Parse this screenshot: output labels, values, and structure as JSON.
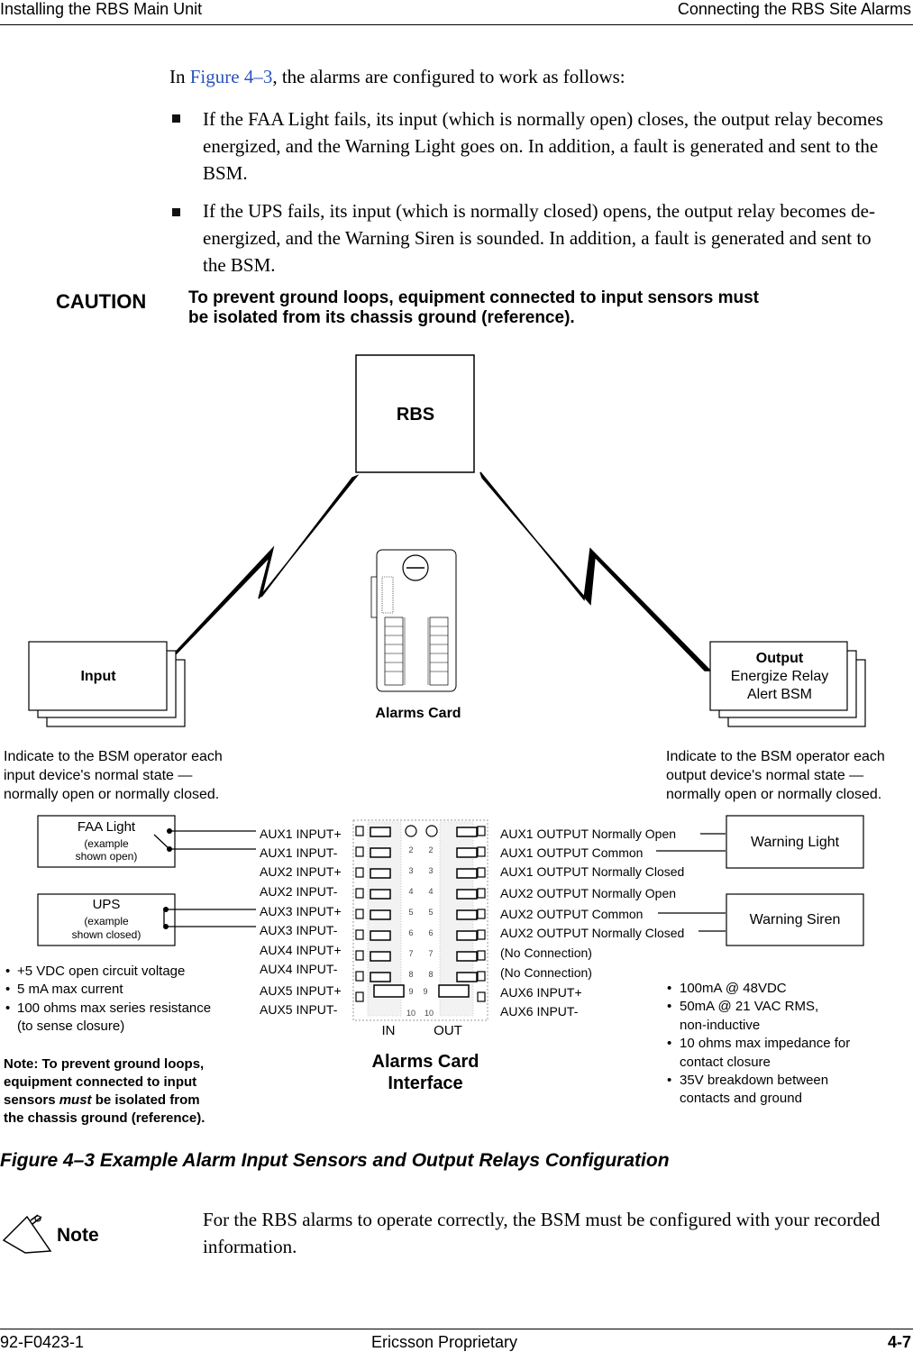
{
  "header": {
    "left": "Installing the RBS Main Unit",
    "right": "Connecting the RBS Site Alarms"
  },
  "intro": {
    "pre": "In ",
    "link": "Figure 4–3",
    "post": ", the alarms are configured to work as follows:"
  },
  "bullets": [
    "If the FAA Light fails, its input (which is normally open) closes, the output relay becomes energized, and the Warning Light goes on. In addition, a fault is generated and sent to the BSM.",
    "If the UPS fails, its input (which is normally closed) opens, the output relay becomes de-energized, and the Warning Siren is sounded. In addition, a fault is generated and sent to the BSM."
  ],
  "caution": {
    "label": "CAUTION",
    "line1": "To prevent ground loops, equipment connected to input sensors must",
    "line2": "be isolated from its chassis ground (reference)."
  },
  "diagram": {
    "rbs": "RBS",
    "input": "Input",
    "output_title": "Output",
    "output_line1": "Energize Relay",
    "output_line2": "Alert BSM",
    "alarms_card": "Alarms Card",
    "indicate_left": [
      "Indicate to the BSM operator each",
      "input device's normal state —",
      "normally open or normally closed."
    ],
    "indicate_right": [
      "Indicate to the BSM operator each",
      "output device's normal state —",
      "normally open or normally closed."
    ],
    "faa_title": "FAA Light",
    "faa_sub1": "(example",
    "faa_sub2": "shown open)",
    "ups_title": "UPS",
    "ups_sub1": "(example",
    "ups_sub2": "shown closed)",
    "warning_light": "Warning Light",
    "warning_siren": "Warning Siren",
    "left_labels": [
      "AUX1 INPUT+",
      "AUX1 INPUT-",
      "AUX2 INPUT+",
      "AUX2 INPUT-",
      "AUX3 INPUT+",
      "AUX3 INPUT-",
      "AUX4 INPUT+",
      "AUX4 INPUT-",
      "AUX5 INPUT+",
      "AUX5 INPUT-"
    ],
    "right_labels": [
      "AUX1 OUTPUT Normally Open",
      "AUX1 OUTPUT Common",
      "AUX1 OUTPUT Normally Closed",
      "AUX2 OUTPUT Normally Open",
      "AUX2 OUTPUT Common",
      "AUX2 OUTPUT Normally Closed",
      "(No Connection)",
      "(No Connection)",
      "AUX6 INPUT+",
      "AUX6 INPUT-"
    ],
    "pin_numbers": [
      "2",
      "3",
      "4",
      "5",
      "6",
      "7",
      "8",
      "9",
      "10"
    ],
    "in_label": "IN",
    "out_label": "OUT",
    "interface_line1": "Alarms Card",
    "interface_line2": "Interface",
    "specs_left": [
      "+5 VDC open circuit voltage",
      "5 mA max current",
      "100 ohms max series resistance",
      "(to sense closure)"
    ],
    "specs_right": [
      "100mA @ 48VDC",
      "50mA @ 21 VAC RMS,",
      "non-inductive",
      "10 ohms max impedance for",
      "contact closure",
      "35V breakdown between",
      "contacts and ground"
    ],
    "bottom_note": [
      "Note: To prevent ground loops,",
      "equipment connected to input",
      "sensors ",
      "must",
      " be isolated from",
      "the chassis ground (reference)."
    ]
  },
  "figure_caption": "Figure 4–3  Example Alarm Input Sensors and Output Relays Configuration",
  "note": {
    "label": "Note",
    "text": "For the RBS alarms to operate correctly, the BSM must be configured with your recorded information."
  },
  "footer": {
    "left": "92-F0423-1",
    "center": "Ericsson Proprietary",
    "right": "4-7"
  }
}
